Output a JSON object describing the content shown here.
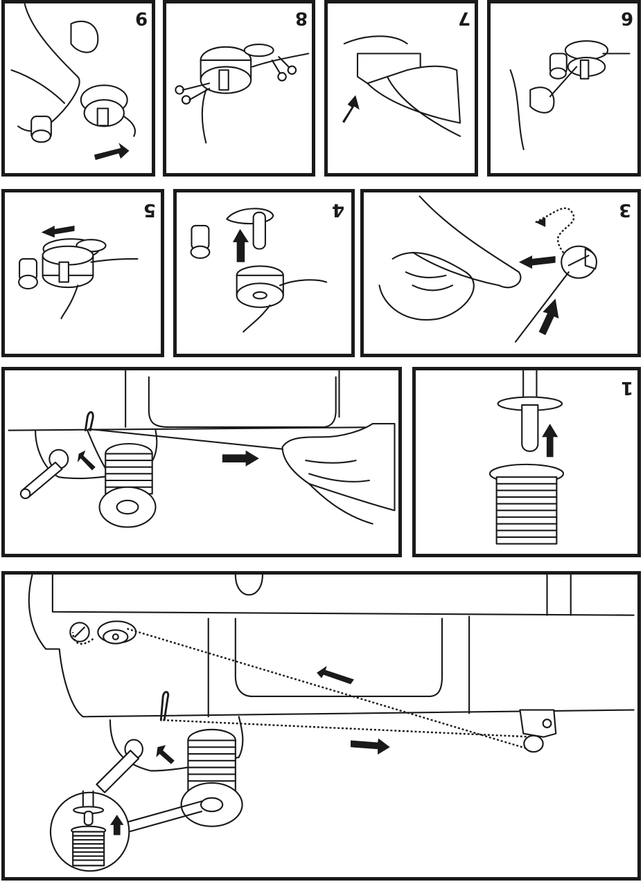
{
  "steps": [
    {
      "id": "1",
      "label": "1"
    },
    {
      "id": "3",
      "label": "3"
    },
    {
      "id": "4",
      "label": "4"
    },
    {
      "id": "5",
      "label": "5"
    },
    {
      "id": "6",
      "label": "6"
    },
    {
      "id": "7",
      "label": "7"
    },
    {
      "id": "8",
      "label": "8"
    },
    {
      "id": "9",
      "label": "9"
    }
  ],
  "colors": {
    "line": "#1a1a1a",
    "background": "#ffffff"
  },
  "icons": [
    "arrow-icon",
    "spool-icon",
    "bobbin-icon",
    "hand-icon",
    "scissors-icon",
    "thread-guide-icon",
    "magnifier-inset-icon"
  ]
}
